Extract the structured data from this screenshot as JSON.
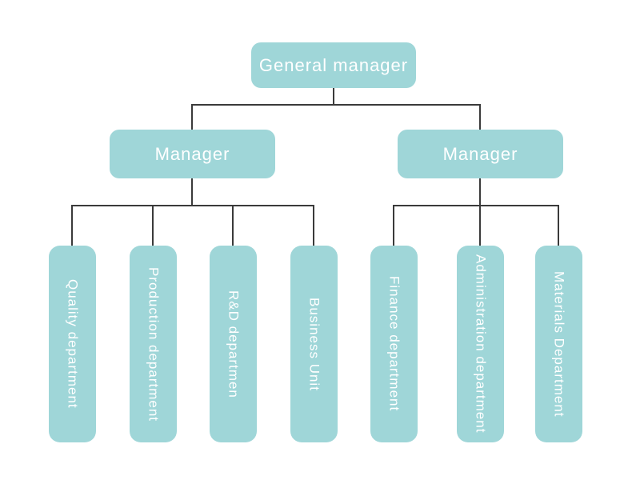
{
  "org": {
    "root": {
      "label": "General manager"
    },
    "managers": [
      {
        "label": "Manager",
        "children": [
          {
            "label": "Quality department"
          },
          {
            "label": "Production department"
          },
          {
            "label": "R&D departmen"
          },
          {
            "label": "Business Unit"
          }
        ]
      },
      {
        "label": "Manager",
        "children": [
          {
            "label": "Finance department"
          },
          {
            "label": "Administration department"
          },
          {
            "label": "Materials Department"
          }
        ]
      }
    ]
  },
  "colors": {
    "node_fill": "#9fd6d8",
    "node_text": "#ffffff",
    "connector": "#3a3a3a",
    "background": "#ffffff"
  }
}
